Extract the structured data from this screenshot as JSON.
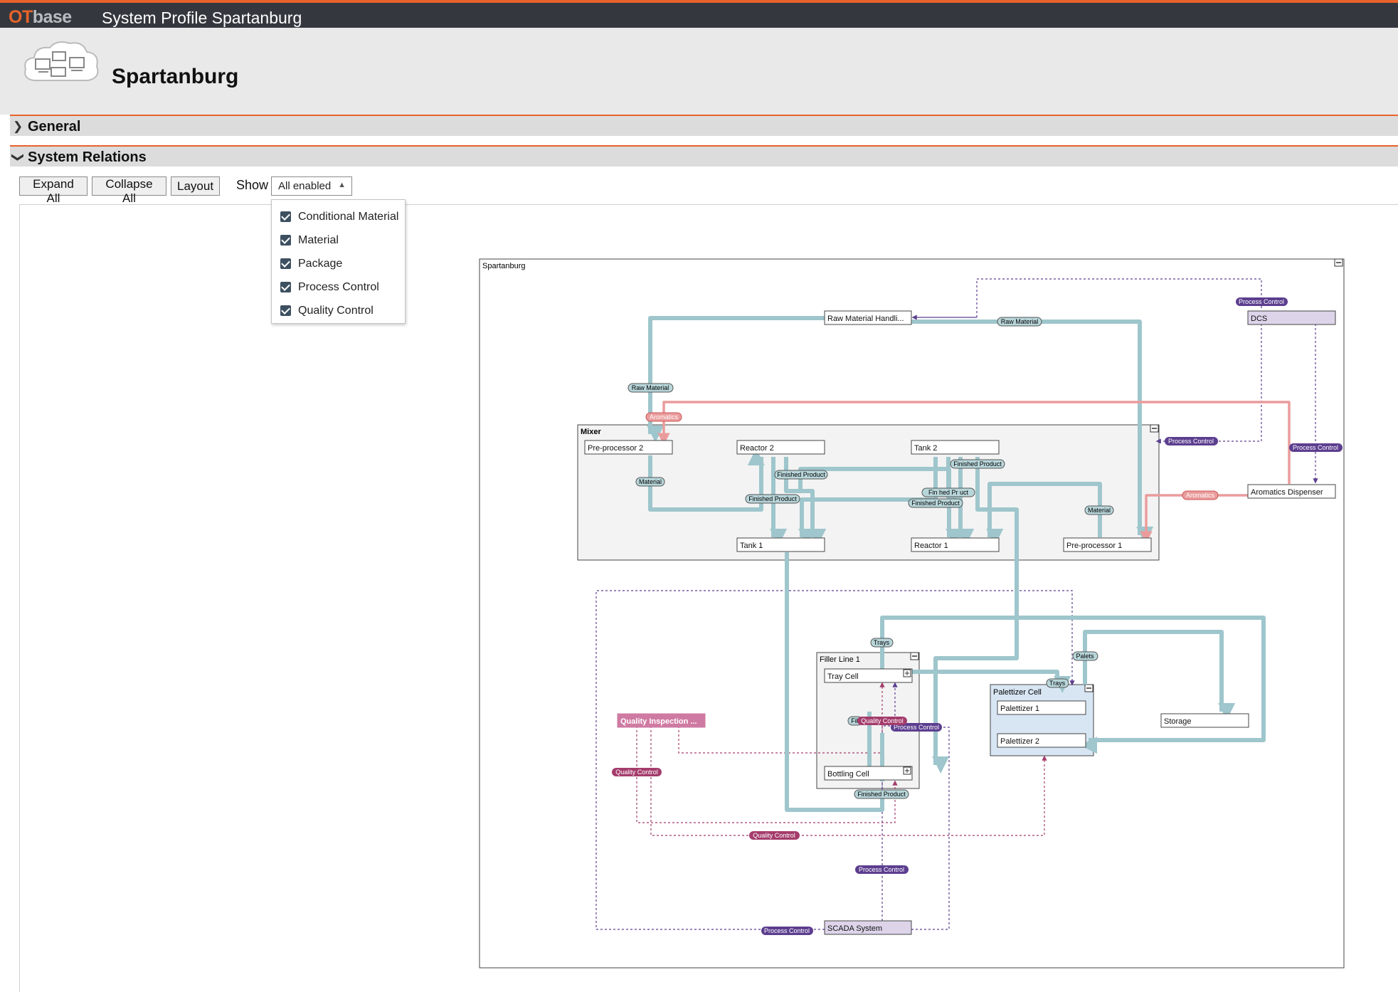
{
  "app": {
    "logo_prefix": "OT",
    "logo_suffix": "base",
    "title": "System Profile Spartanburg"
  },
  "profile": {
    "name": "Spartanburg"
  },
  "sections": [
    {
      "label": "General",
      "expanded": false
    },
    {
      "label": "System Relations",
      "expanded": true
    }
  ],
  "toolbar": {
    "expand_all": "Expand All",
    "collapse_all": "Collapse All",
    "layout": "Layout",
    "show_label": "Show",
    "show_value": "All enabled"
  },
  "filters": [
    {
      "label": "Conditional Material",
      "checked": true
    },
    {
      "label": "Material",
      "checked": true
    },
    {
      "label": "Package",
      "checked": true
    },
    {
      "label": "Process Control",
      "checked": true
    },
    {
      "label": "Quality Control",
      "checked": true
    }
  ],
  "colors": {
    "accent": "#e8632b",
    "material": "#9ec6cc",
    "aromatics": "#ea9c9c",
    "process_control": "#5c3e8f",
    "quality_control": "#a43c6c"
  },
  "diagram": {
    "root": "Spartanburg",
    "groups": {
      "mixer": "Mixer",
      "filler": "Filler Line 1",
      "palettizer": "Palettizer Cell"
    },
    "nodes": {
      "raw_material": "Raw Material Handli...",
      "dcs": "DCS",
      "pre2": "Pre-processor 2",
      "reactor2": "Reactor 2",
      "tank2": "Tank 2",
      "tank1": "Tank 1",
      "reactor1": "Reactor 1",
      "pre1": "Pre-processor 1",
      "aromatics": "Aromatics Dispenser",
      "tray_cell": "Tray Cell",
      "bottling": "Bottling Cell",
      "pal1": "Palettizer 1",
      "pal2": "Palettizer 2",
      "storage": "Storage",
      "qi": "Quality Inspection ...",
      "scada": "SCADA System"
    },
    "labels": {
      "raw_material": "Raw Material",
      "aromatics": "Aromatics",
      "material": "Material",
      "finished": "Finished Product",
      "fin_partial": "Fin  hed Pr  uct",
      "fill_partial": "Fill",
      "trays": "Trays",
      "palets": "Palets",
      "process_control": "Process Control",
      "quality_control": "Quality Control"
    }
  }
}
